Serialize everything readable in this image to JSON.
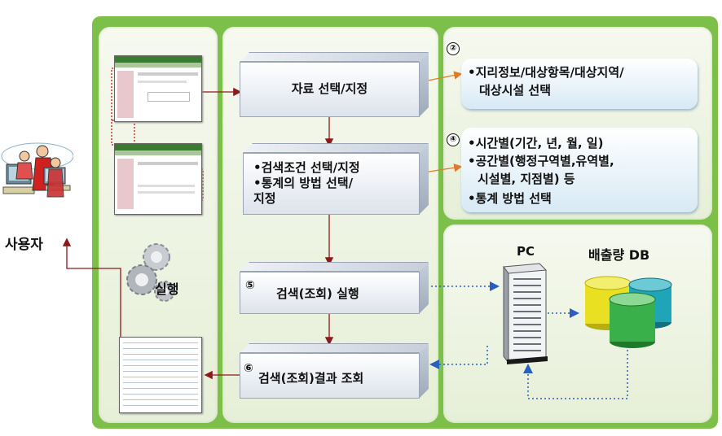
{
  "user_label": "사용자",
  "exec_label": "실행",
  "steps": {
    "s1": "자료 선택/지정",
    "s2": [
      "•검색조건 선택/지정",
      "•통계의 방법  선택/",
      "지정"
    ],
    "s5_num": "⑤",
    "s5": "검색(조회) 실행",
    "s6_num": "⑥",
    "s6": "검색(조회)결과 조회"
  },
  "info_a": {
    "num": "②",
    "lines": [
      "•지리정보/대상항목/대상지역/",
      "대상시설 선택"
    ]
  },
  "info_b": {
    "num": "④",
    "lines": [
      "•시간별(기간, 년, 월, 일)",
      "•공간별(행정구역별,유역별,",
      "시설별, 지점별) 등",
      "•통계 방법 선택"
    ]
  },
  "pc_label": "PC",
  "db_label": "배출량 DB",
  "colors": {
    "frame": "#7cc04a",
    "arrow": "#8b1a1a",
    "orange_arrow": "#e07a2a",
    "blue_dotted": "#2a5fc0",
    "db_yellow": "#e8e020",
    "db_teal": "#1ea6b8",
    "db_green": "#3ab04a"
  }
}
